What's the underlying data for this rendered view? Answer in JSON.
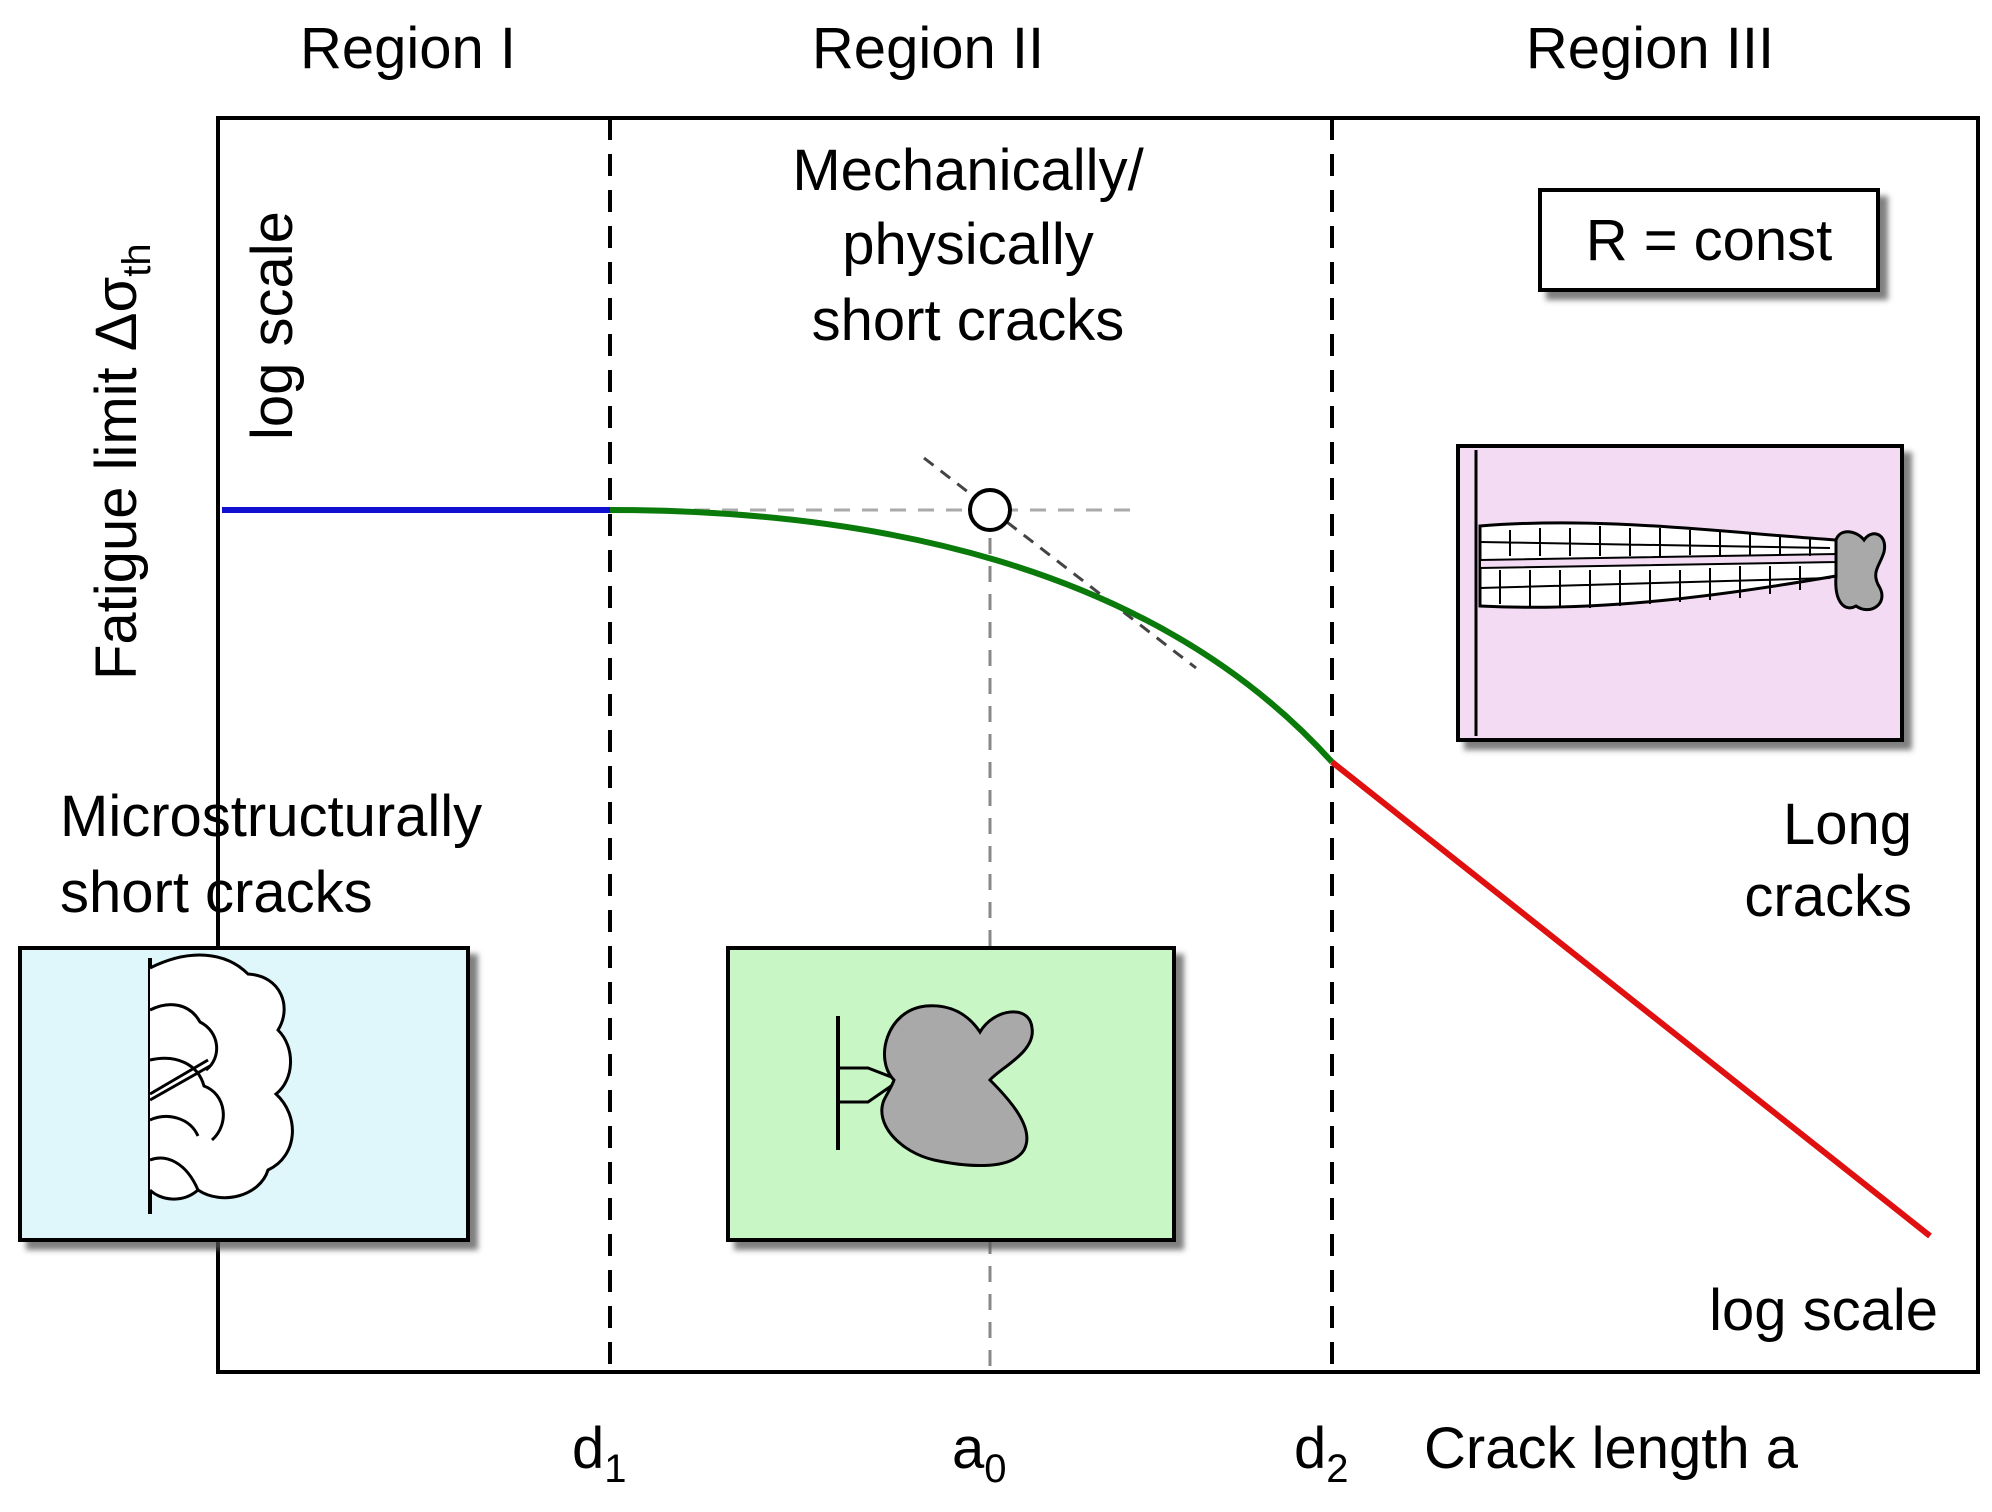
{
  "regions": {
    "region1": "Region I",
    "region2": "Region II",
    "region3": "Region III"
  },
  "axes": {
    "ylabel_text": "Fatigue limit Δσ",
    "ylabel_subscript": "th",
    "y_scale_note": "log scale",
    "xlabel": "Crack length a",
    "x_scale_note": "log scale"
  },
  "ticks": {
    "d1_base": "d",
    "d1_sub": "1",
    "a0_base": "a",
    "a0_sub": "0",
    "d2_base": "d",
    "d2_sub": "2"
  },
  "annotations": {
    "region2_line1": "Mechanically/",
    "region2_line2": "physically",
    "region2_line3": "short cracks",
    "r_const": "R = const",
    "micro_line1": "Microstructurally",
    "micro_line2": "short cracks",
    "long_line1": "Long",
    "long_line2": "cracks"
  },
  "colors": {
    "region1_curve": "#1010d0",
    "region2_curve": "#0a7a0a",
    "region3_curve": "#e01010",
    "micro_inset_fill": "#dff6fb",
    "short_inset_fill": "#c8f7c5",
    "long_inset_fill": "#f3dcf3",
    "grain_fill": "#a9a9a9"
  }
}
